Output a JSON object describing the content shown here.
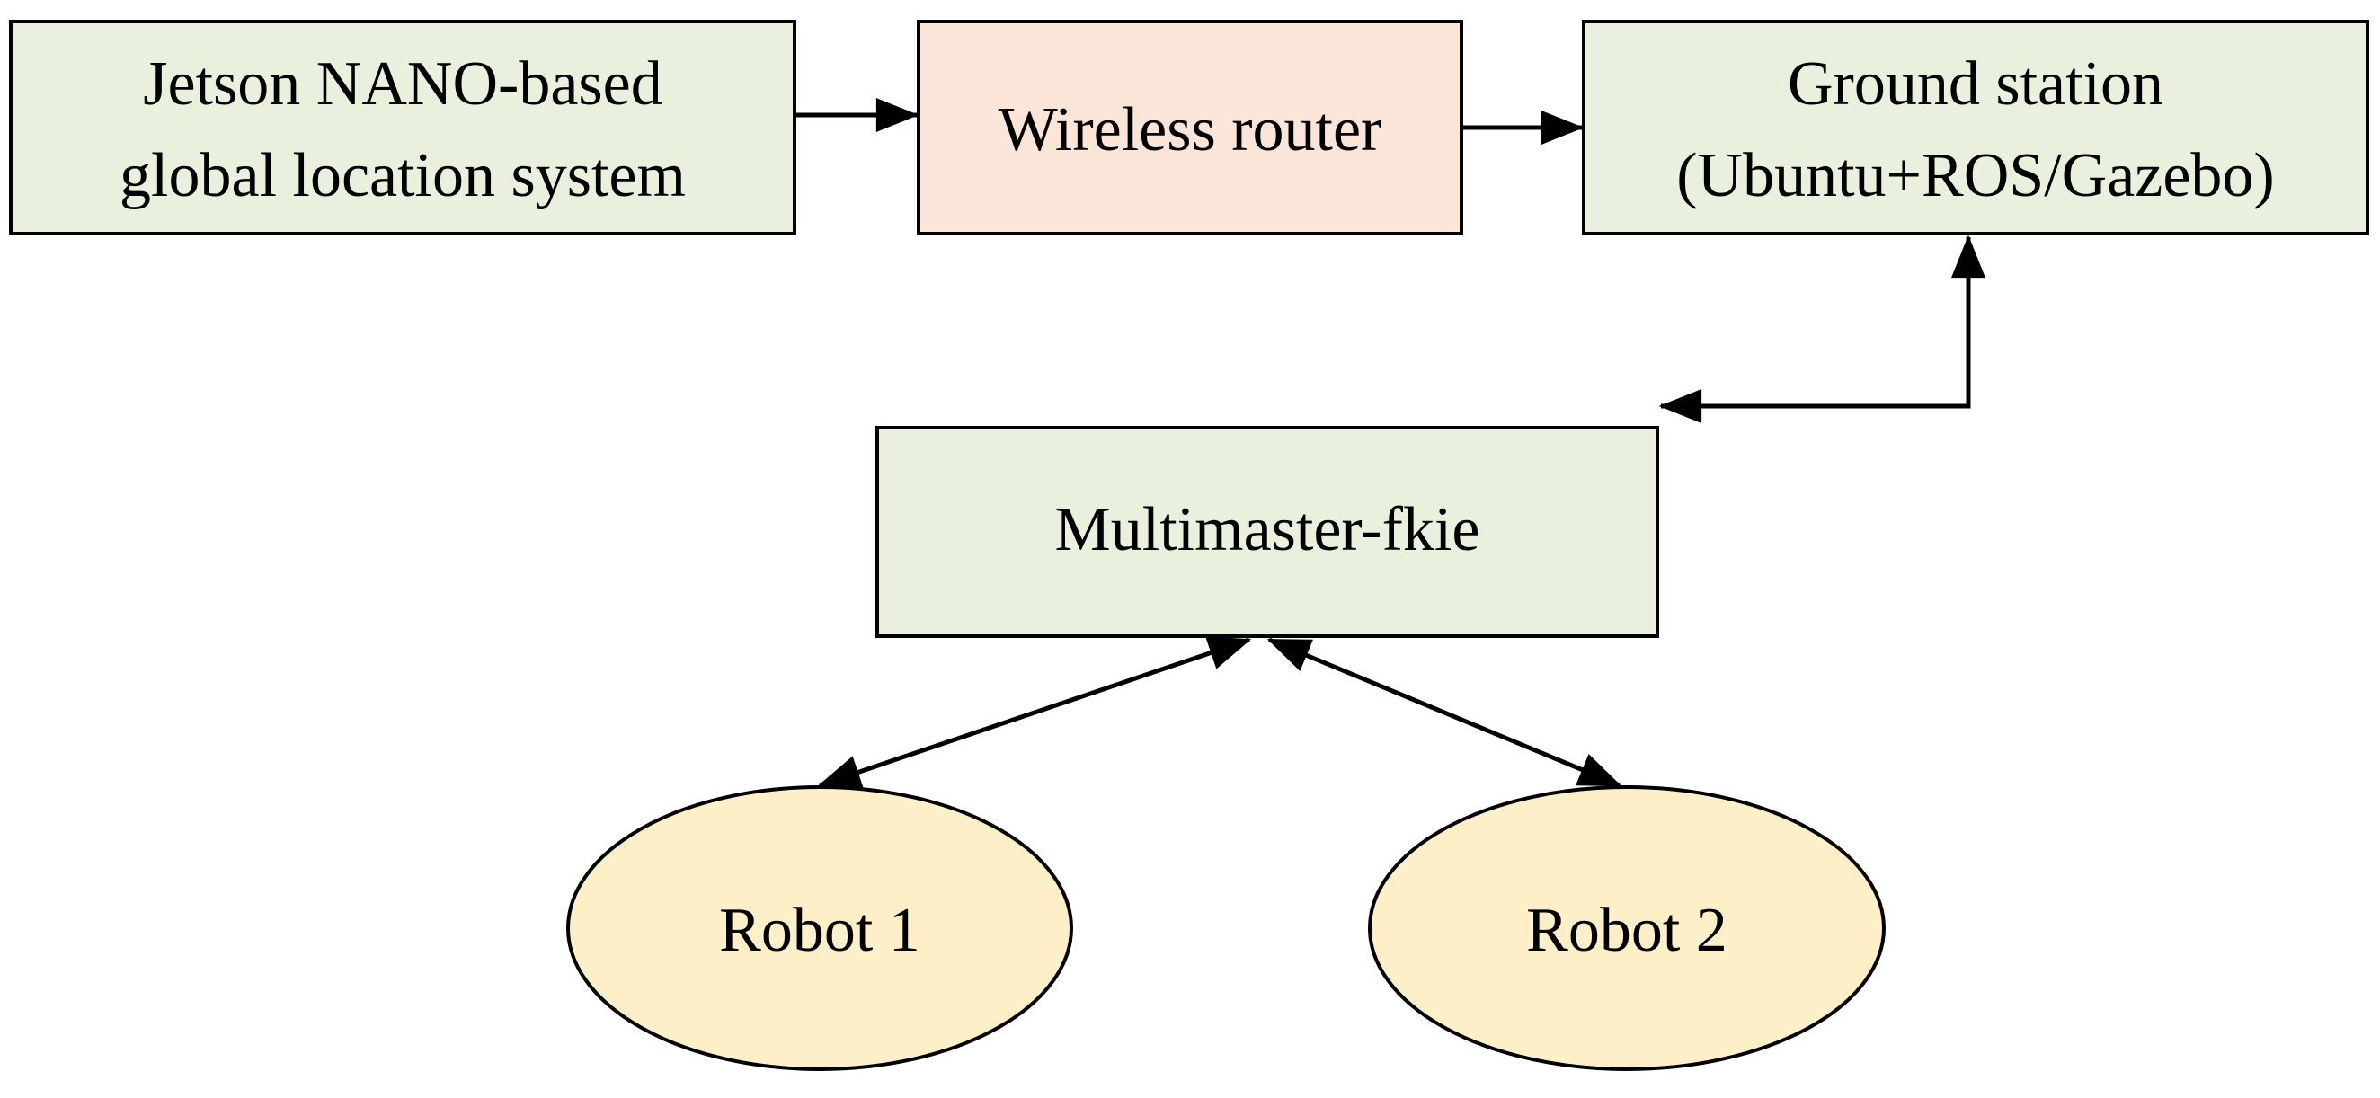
{
  "colors": {
    "green_fill": "#e9f0dd",
    "router_fill": "#fbe4d8",
    "robot_fill": "#fdf0c8",
    "stroke": "#000000"
  },
  "nodes": {
    "jetson": {
      "line1": "Jetson NANO-based",
      "line2": "global location system"
    },
    "router": {
      "label": "Wireless router"
    },
    "ground": {
      "line1": "Ground station",
      "line2": "(Ubuntu+ROS/Gazebo)"
    },
    "multimaster": {
      "label": "Multimaster-fkie"
    },
    "robot1": {
      "label": "Robot 1"
    },
    "robot2": {
      "label": "Robot 2"
    }
  },
  "edges": [
    {
      "from": "jetson",
      "to": "router",
      "direction": "forward"
    },
    {
      "from": "router",
      "to": "ground",
      "direction": "forward"
    },
    {
      "from": "multimaster",
      "to": "ground",
      "direction": "both"
    },
    {
      "from": "multimaster",
      "to": "robot1",
      "direction": "both"
    },
    {
      "from": "multimaster",
      "to": "robot2",
      "direction": "both"
    }
  ]
}
